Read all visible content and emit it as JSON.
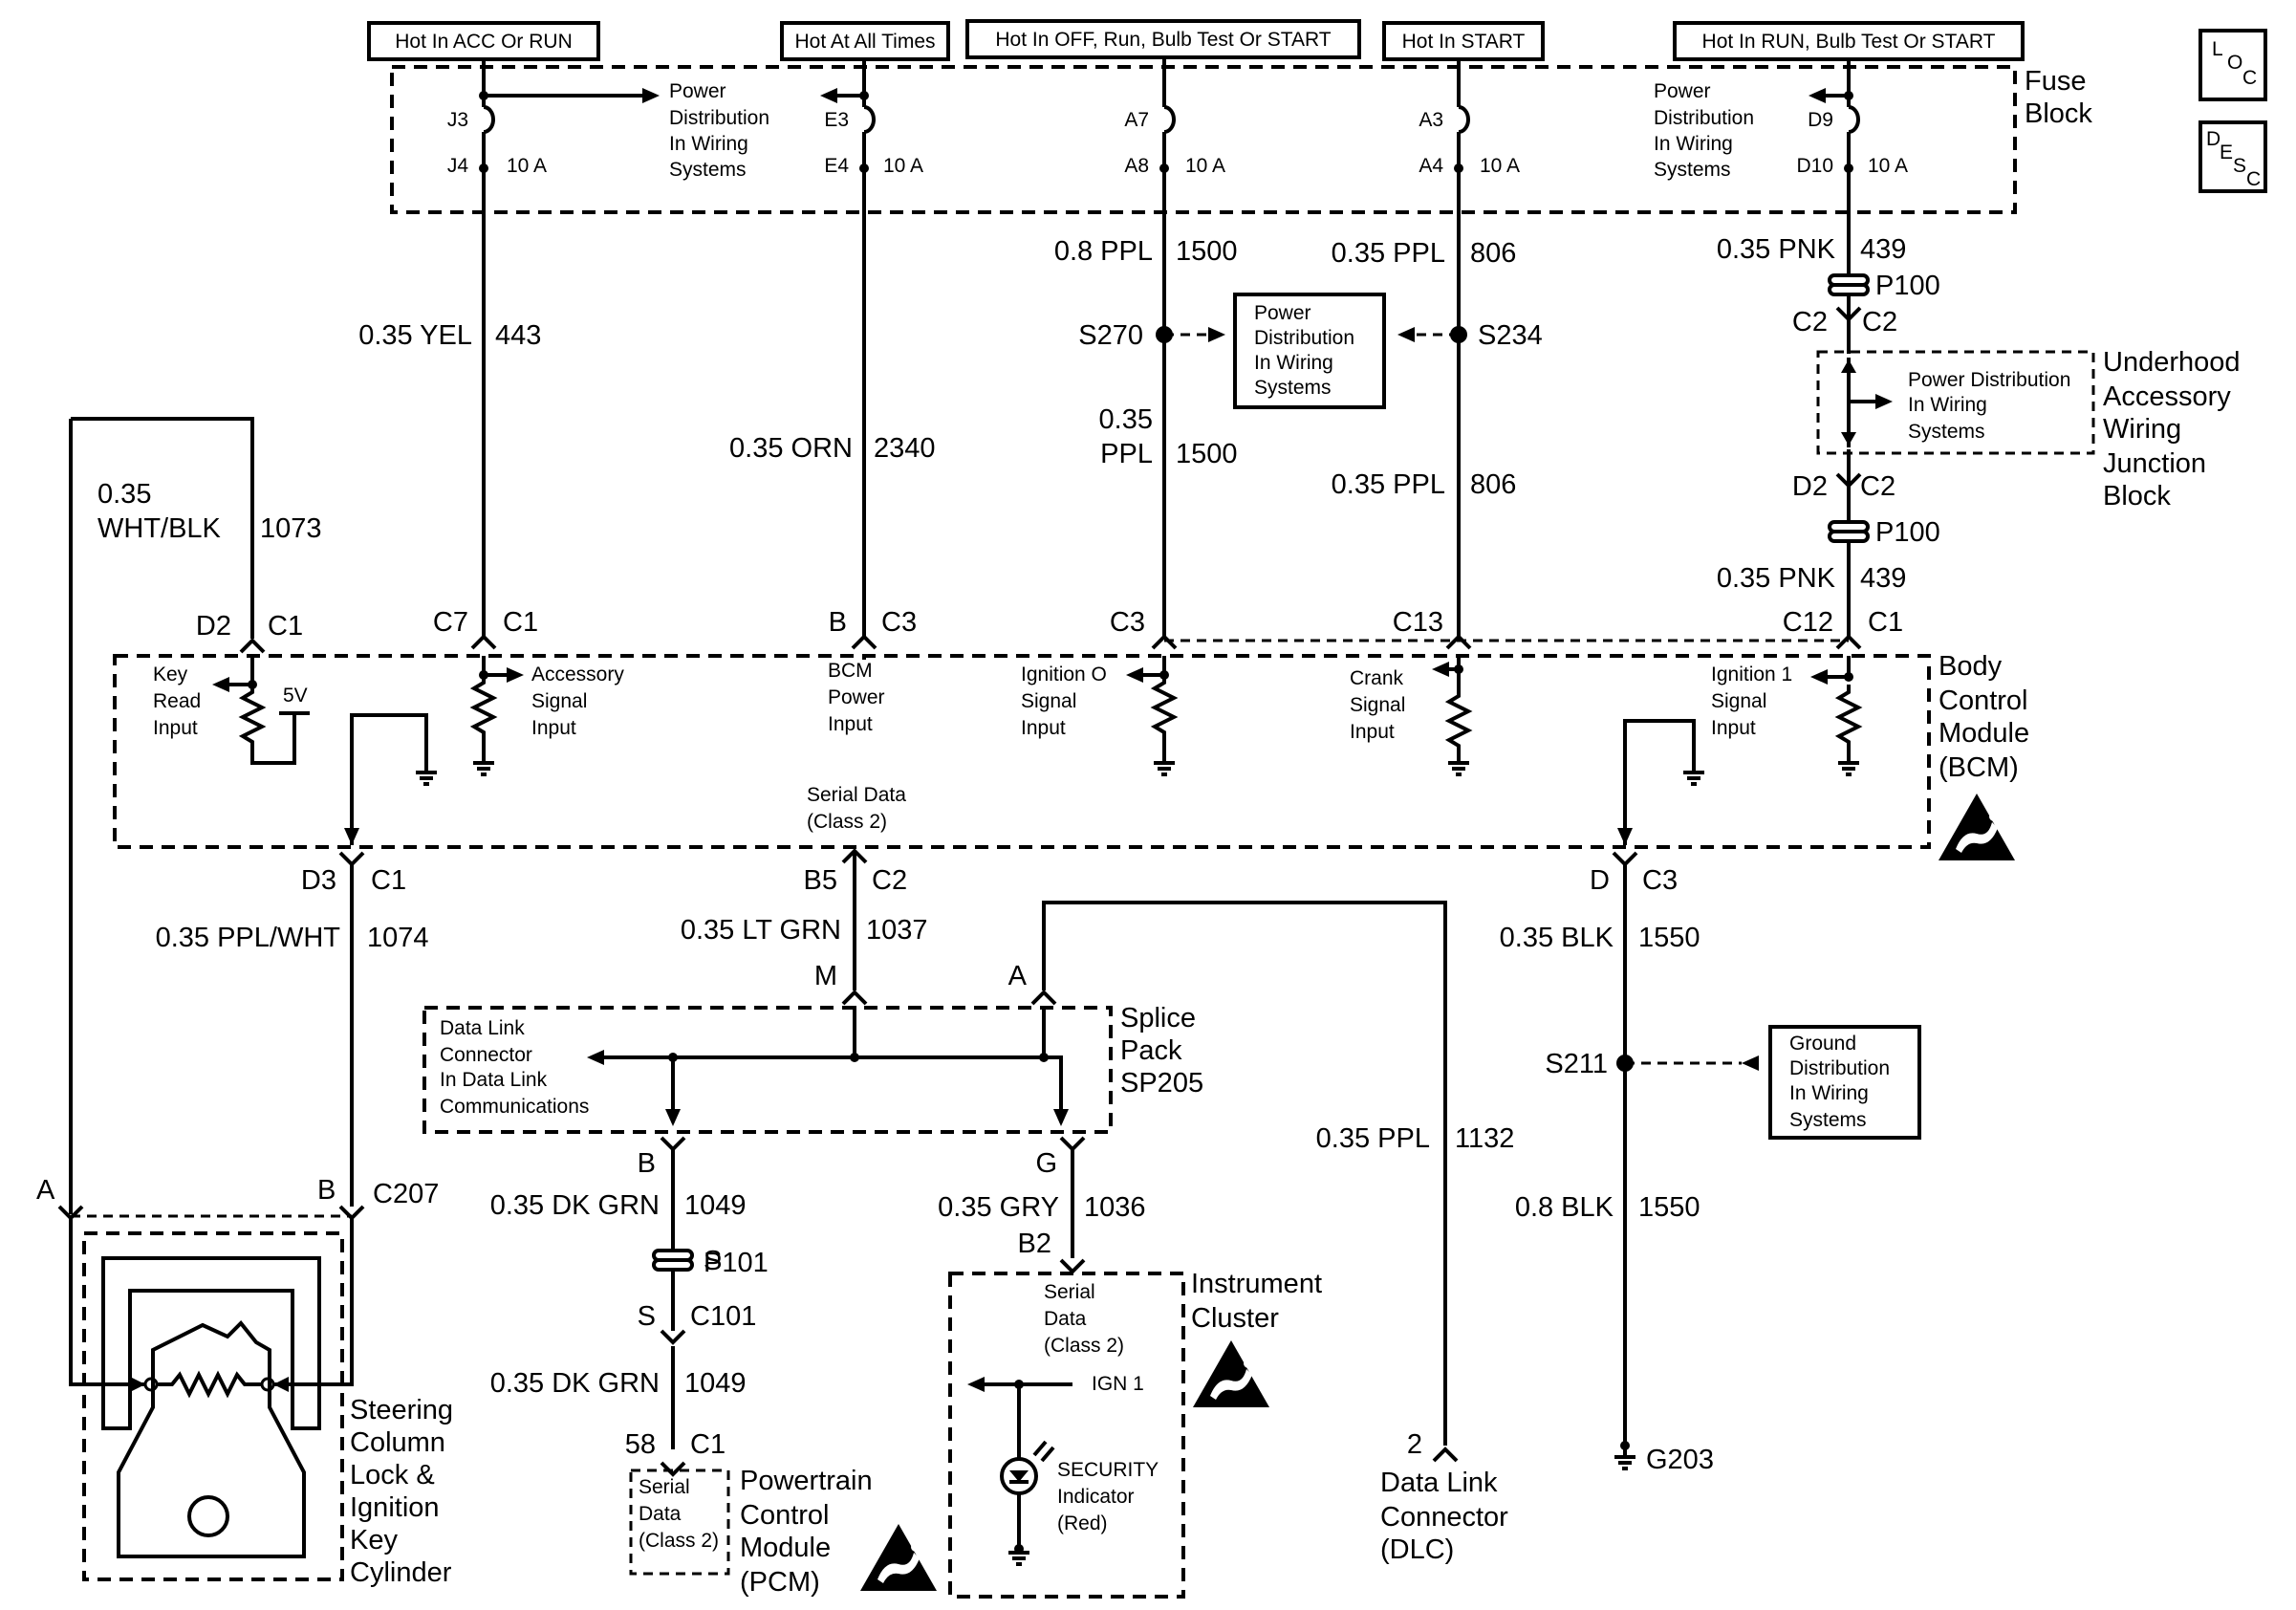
{
  "power_sources": [
    "Hot In ACC Or RUN",
    "Hot At All Times",
    "Hot In OFF, Run, Bulb Test Or START",
    "Hot In START",
    "Hot In RUN, Bulb Test Or START"
  ],
  "side_icons": {
    "loc": [
      "L",
      "O",
      "C"
    ],
    "desc": [
      "D",
      "E",
      "S",
      "C"
    ]
  },
  "fuse_block": {
    "title_lines": [
      "Fuse",
      "Block"
    ],
    "fuses": [
      {
        "top": "J3",
        "bottom": "J4",
        "rating": "10 A"
      },
      {
        "top": "E3",
        "bottom": "E4",
        "rating": "10 A"
      },
      {
        "top": "A7",
        "bottom": "A8",
        "rating": "10 A"
      },
      {
        "top": "A3",
        "bottom": "A4",
        "rating": "10 A"
      },
      {
        "top": "D9",
        "bottom": "D10",
        "rating": "10 A"
      }
    ],
    "pd_left": [
      "Power",
      "Distribution",
      "In Wiring",
      "Systems"
    ],
    "pd_right": [
      "Power",
      "Distribution",
      "In Wiring",
      "Systems"
    ]
  },
  "wires": {
    "w443": {
      "gauge": "0.35 YEL",
      "circuit": "443"
    },
    "w2340": {
      "gauge": "0.35 ORN",
      "circuit": "2340"
    },
    "w1500a": {
      "gauge": "0.8 PPL",
      "circuit": "1500"
    },
    "w1500b": {
      "gauge_lines": [
        "0.35",
        "PPL"
      ],
      "circuit": "1500"
    },
    "w806a": {
      "gauge": "0.35 PPL",
      "circuit": "806"
    },
    "w806b": {
      "gauge": "0.35 PPL",
      "circuit": "806"
    },
    "w439a": {
      "gauge": "0.35 PNK",
      "circuit": "439"
    },
    "w439b": {
      "gauge": "0.35 PNK",
      "circuit": "439"
    },
    "w1073": {
      "gauge_lines": [
        "0.35",
        "WHT/BLK"
      ],
      "circuit": "1073"
    },
    "w1074": {
      "gauge": "0.35 PPL/WHT",
      "circuit": "1074"
    },
    "w1037": {
      "gauge": "0.35 LT GRN",
      "circuit": "1037"
    },
    "w1550a": {
      "gauge": "0.35 BLK",
      "circuit": "1550"
    },
    "w1550b": {
      "gauge": "0.8 BLK",
      "circuit": "1550"
    },
    "w1132": {
      "gauge": "0.35 PPL",
      "circuit": "1132"
    },
    "w1049a": {
      "gauge": "0.35 DK GRN",
      "circuit": "1049"
    },
    "w1049b": {
      "gauge": "0.35 DK GRN",
      "circuit": "1049"
    },
    "w1036": {
      "gauge": "0.35 GRY",
      "circuit": "1036"
    }
  },
  "splices": {
    "s270": "S270",
    "s234": "S234",
    "s211": "S211"
  },
  "pd_center": [
    "Power",
    "Distribution",
    "In Wiring",
    "Systems"
  ],
  "ground_dist": [
    "Ground",
    "Distribution",
    "In Wiring",
    "Systems"
  ],
  "p100": "P100",
  "p101": "P101",
  "c2": "C2",
  "d2": "D2",
  "underhood": {
    "title_lines": [
      "Underhood",
      "Accessory",
      "Wiring",
      "Junction",
      "Block"
    ],
    "pd": [
      "Power Distribution",
      "In Wiring",
      "Systems"
    ]
  },
  "bcm": {
    "title_lines": [
      "Body",
      "Control",
      "Module",
      "(BCM)"
    ],
    "connectors": {
      "d2": "D2",
      "c1a": "C1",
      "c7": "C7",
      "c1b": "C1",
      "b": "B",
      "c3a": "C3",
      "c3b": "C3",
      "c13": "C13",
      "c12": "C12",
      "c1c": "C1"
    },
    "bottom_connectors": {
      "d3": "D3",
      "c1": "C1",
      "b5": "B5",
      "c2": "C2",
      "d": "D",
      "c3": "C3"
    },
    "inputs": {
      "key_read": [
        "Key",
        "Read",
        "Input"
      ],
      "five_v": "5V",
      "accessory": [
        "Accessory",
        "Signal",
        "Input"
      ],
      "bcm_power": [
        "BCM",
        "Power",
        "Input"
      ],
      "ignition0": [
        "Ignition O",
        "Signal",
        "Input"
      ],
      "crank": [
        "Crank",
        "Signal",
        "Input"
      ],
      "ignition1": [
        "Ignition 1",
        "Signal",
        "Input"
      ]
    },
    "serial_data": [
      "Serial Data",
      "(Class 2)"
    ]
  },
  "splice_pack": {
    "title_lines": [
      "Splice",
      "Pack",
      "SP205"
    ],
    "dlc_text": [
      "Data Link",
      "Connector",
      "In Data Link",
      "Communications"
    ],
    "pins": {
      "m": "M",
      "a": "A",
      "b": "B",
      "g": "G"
    }
  },
  "steering": {
    "title_lines": [
      "Steering",
      "Column",
      "Lock &",
      "Ignition",
      "Key",
      "Cylinder"
    ],
    "pin_a": "A",
    "pin_b": "B",
    "connector": "C207"
  },
  "pcm": {
    "title_lines": [
      "Powertrain",
      "Control",
      "Module",
      "(PCM)"
    ],
    "inner": [
      "Serial",
      "Data",
      "(Class 2)"
    ],
    "pin": "58",
    "connector": "C1",
    "s_pin": "S",
    "c101": "C101"
  },
  "ipc": {
    "title_lines": [
      "Instrument",
      "Cluster"
    ],
    "inner": [
      "Serial",
      "Data",
      "(Class 2)"
    ],
    "pin": "B2",
    "ign": "IGN 1",
    "security": [
      "SECURITY",
      "Indicator",
      "(Red)"
    ]
  },
  "dlc": {
    "title_lines": [
      "Data Link",
      "Connector",
      "(DLC)"
    ],
    "pin": "2"
  },
  "ground": "G203"
}
